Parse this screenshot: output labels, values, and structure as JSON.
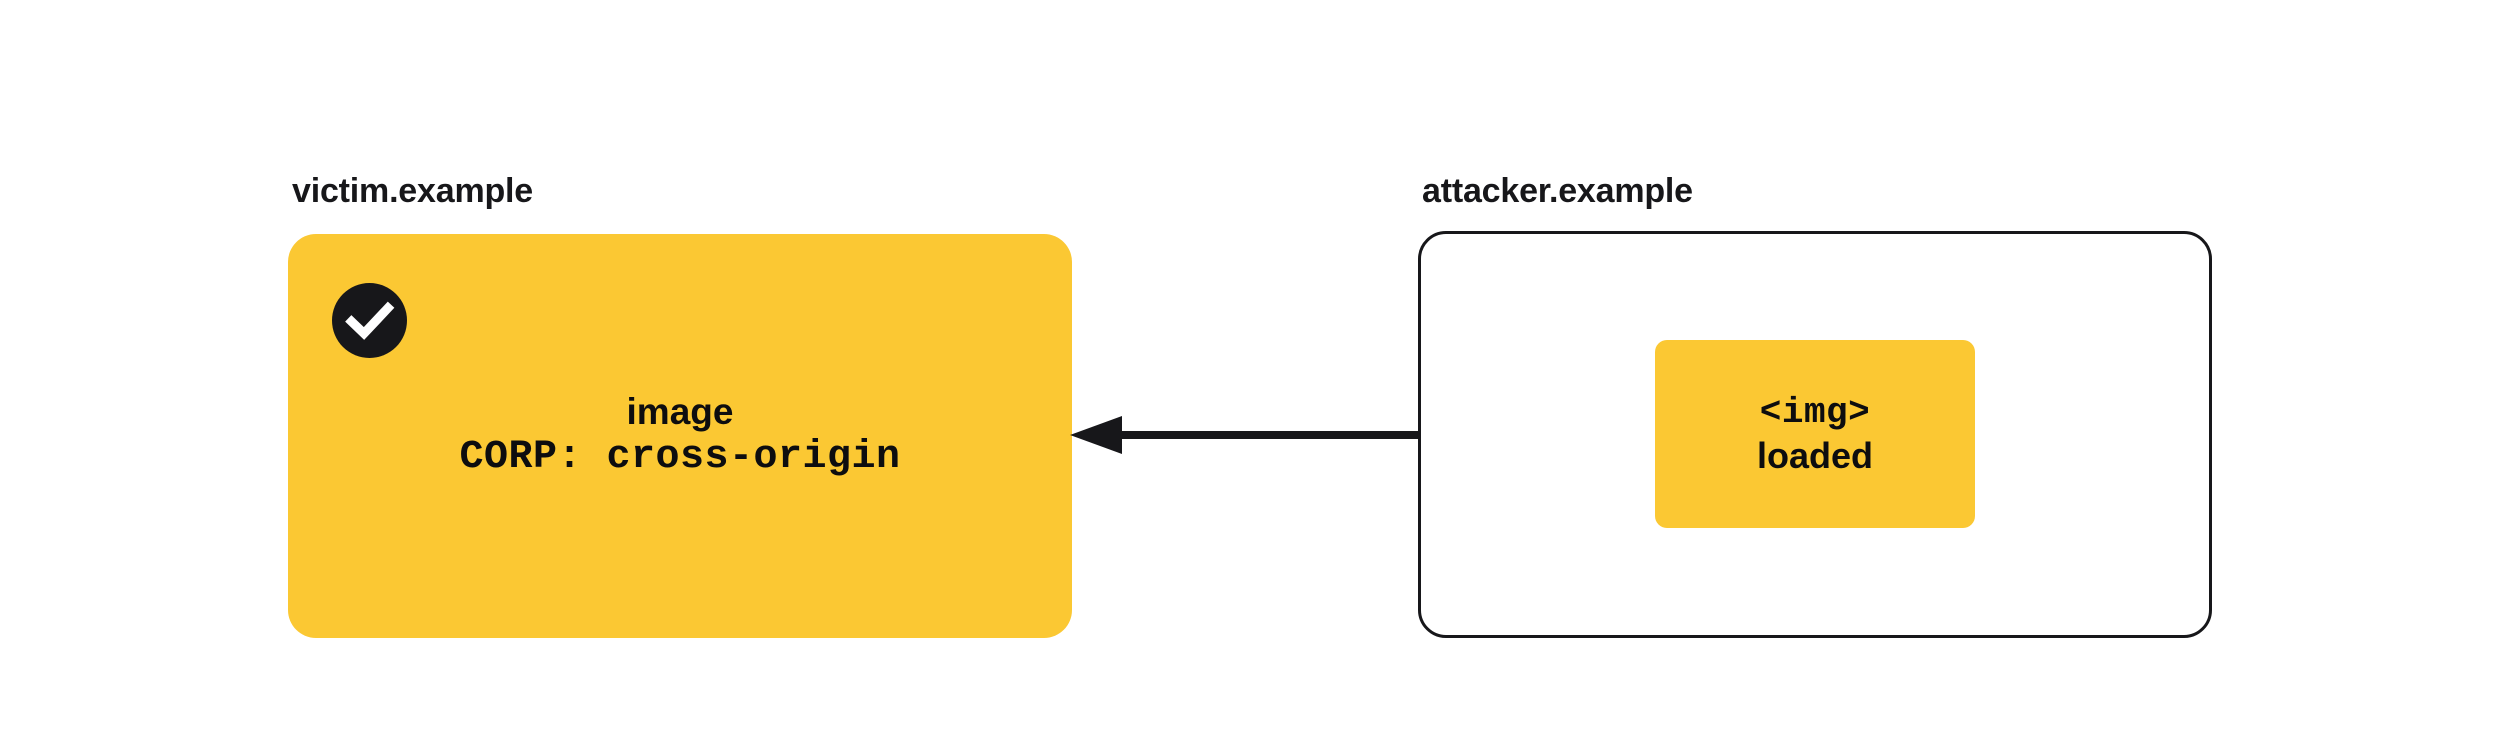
{
  "diagram": {
    "type": "security-flow-diagram",
    "background_color": "#ffffff",
    "accent_color": "#fbc833",
    "stroke_color": "#17171a",
    "origins": [
      {
        "id": "victim",
        "label": "victim.example",
        "style": "filled",
        "status_icon": "check-circle-icon",
        "resource": {
          "name": "image",
          "header": "CORP: cross-origin"
        }
      },
      {
        "id": "attacker",
        "label": "attacker.example",
        "style": "outlined",
        "element": {
          "tag": "<img>",
          "state": "loaded"
        }
      }
    ],
    "arrow": {
      "direction": "right-to-left",
      "from": "attacker",
      "to": "victim",
      "label": ""
    }
  }
}
